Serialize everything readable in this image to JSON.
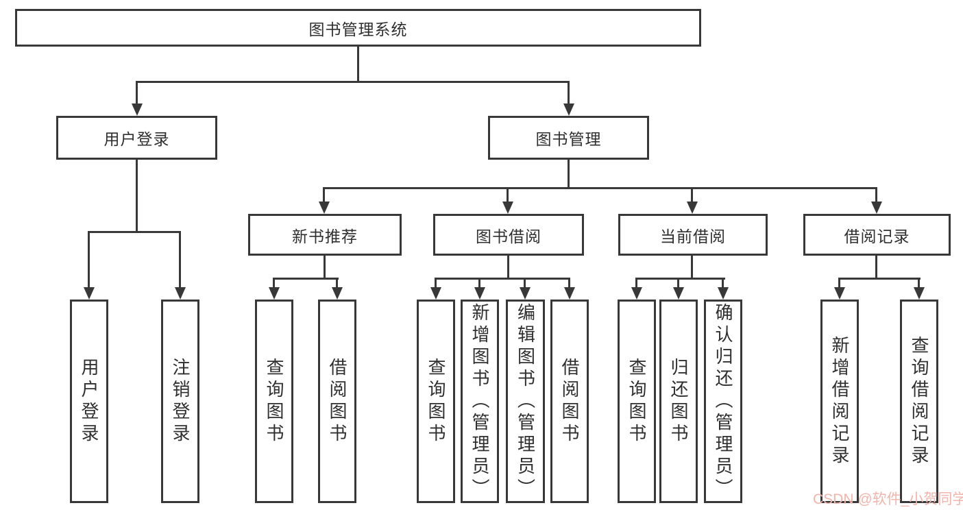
{
  "tree": {
    "root": {
      "label": "图书管理系统",
      "children": [
        {
          "label": "用户登录",
          "children": [
            {
              "label": "用户登录"
            },
            {
              "label": "注销登录"
            }
          ]
        },
        {
          "label": "图书管理",
          "children": [
            {
              "label": "新书推荐",
              "children": [
                {
                  "label": "查询图书"
                },
                {
                  "label": "借阅图书"
                }
              ]
            },
            {
              "label": "图书借阅",
              "children": [
                {
                  "label": "查询图书"
                },
                {
                  "label": "新增图书（管理员）"
                },
                {
                  "label": "编辑图书（管理员）"
                },
                {
                  "label": "借阅图书"
                }
              ]
            },
            {
              "label": "当前借阅",
              "children": [
                {
                  "label": "查询图书"
                },
                {
                  "label": "归还图书"
                },
                {
                  "label": "确认归还（管理员）"
                }
              ]
            },
            {
              "label": "借阅记录",
              "children": [
                {
                  "label": "新增借阅记录"
                },
                {
                  "label": "查询借阅记录"
                }
              ]
            }
          ]
        }
      ]
    }
  },
  "watermark": {
    "text": "CSDN @软件_小贺同学"
  },
  "colors": {
    "line": "#383838",
    "box_border": "#383838",
    "background": "#ffffff",
    "watermark": "#f2b4ab"
  }
}
